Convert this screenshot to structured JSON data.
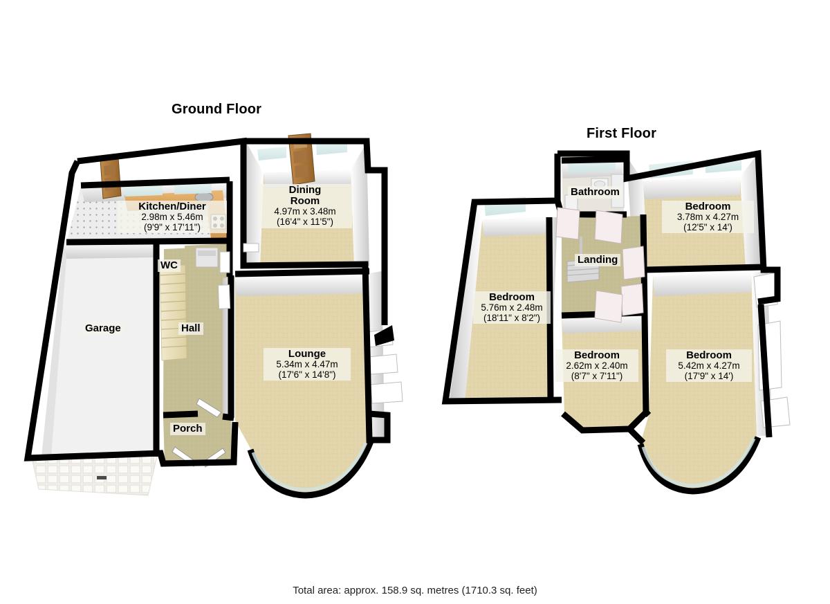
{
  "document": {
    "type": "floor-plan",
    "total_area": "Total area: approx. 158.9 sq. metres (1710.3 sq. feet)"
  },
  "floors": [
    {
      "id": "ground",
      "title": "Ground Floor",
      "rooms": [
        {
          "id": "kitchen-diner",
          "name": "Kitchen/Diner",
          "dim_metric": "2.98m x 5.46m",
          "dim_imperial": "(9'9\" x 17'11\")"
        },
        {
          "id": "dining-room",
          "name": "Dining\nRoom",
          "name_line1": "Dining",
          "name_line2": "Room",
          "dim_metric": "4.97m x 3.48m",
          "dim_imperial": "(16'4\" x 11'5\")"
        },
        {
          "id": "wc",
          "name": "WC",
          "dim_metric": "",
          "dim_imperial": ""
        },
        {
          "id": "garage",
          "name": "Garage",
          "dim_metric": "",
          "dim_imperial": ""
        },
        {
          "id": "hall",
          "name": "Hall",
          "dim_metric": "",
          "dim_imperial": ""
        },
        {
          "id": "lounge",
          "name": "Lounge",
          "dim_metric": "5.34m x 4.47m",
          "dim_imperial": "(17'6\" x 14'8\")"
        },
        {
          "id": "porch",
          "name": "Porch",
          "dim_metric": "",
          "dim_imperial": ""
        }
      ]
    },
    {
      "id": "first",
      "title": "First Floor",
      "rooms": [
        {
          "id": "bathroom",
          "name": "Bathroom",
          "dim_metric": "",
          "dim_imperial": ""
        },
        {
          "id": "bedroom-1",
          "name": "Bedroom",
          "dim_metric": "3.78m x 4.27m",
          "dim_imperial": "(12'5\" x 14')"
        },
        {
          "id": "landing",
          "name": "Landing",
          "dim_metric": "",
          "dim_imperial": ""
        },
        {
          "id": "bedroom-2",
          "name": "Bedroom",
          "dim_metric": "5.76m x 2.48m",
          "dim_imperial": "(18'11\" x 8'2\")"
        },
        {
          "id": "bedroom-3",
          "name": "Bedroom",
          "dim_metric": "2.62m x 2.40m",
          "dim_imperial": "(8'7\" x 7'11\")"
        },
        {
          "id": "bedroom-4",
          "name": "Bedroom",
          "dim_metric": "5.42m x 4.27m",
          "dim_imperial": "(17'9\" x 14')"
        }
      ]
    }
  ],
  "colors": {
    "wall_outline": "#000000",
    "wall_face": "#ffffff",
    "wall_shade": "#d9d9d9",
    "carpet_beige": "#e3d5ab",
    "carpet_olive": "#c5bd94",
    "floor_white": "#f1f1f1",
    "tile_white": "#ececec",
    "counter_wood": "#e0a862",
    "stair_cream": "#ece2bb",
    "window_glass": "#dff0ef",
    "door_wood": "#b07a3c",
    "background": "#ffffff",
    "text": "#000000"
  }
}
